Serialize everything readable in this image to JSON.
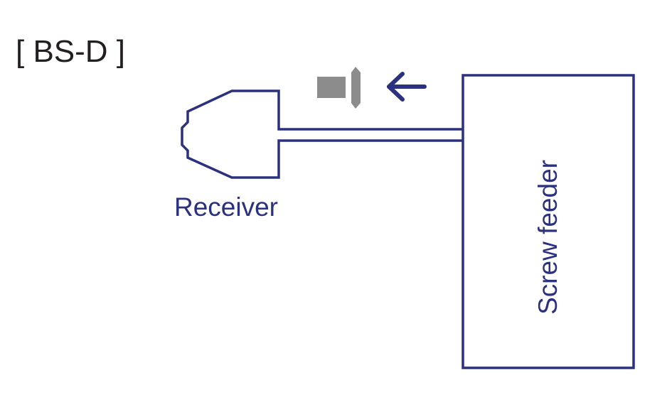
{
  "title": "[ BS-D ]",
  "labels": {
    "receiver": "Receiver",
    "screw_feeder": "Screw feeder"
  },
  "colors": {
    "outline": "#2b307f",
    "title_text": "#231f20",
    "screw": "#8c8c8c",
    "arrow": "#2b307f"
  },
  "icons": {
    "screw": "screw-icon",
    "arrow": "arrow-left-icon"
  }
}
